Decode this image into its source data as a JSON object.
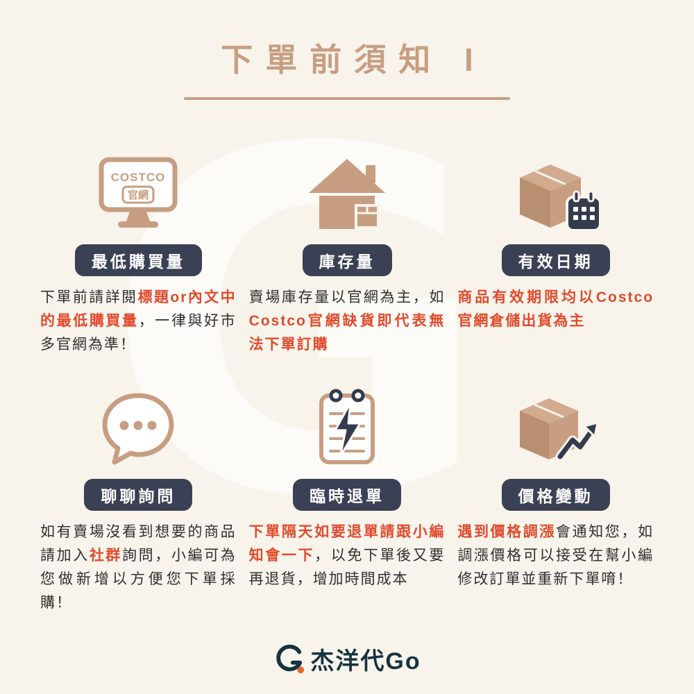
{
  "title": "下單前須知 I",
  "watermark": {
    "letter": "G"
  },
  "colors": {
    "background": "#f8f4ec",
    "tan_accent": "#c79e82",
    "badge_bg": "#3b4154",
    "highlight_red": "#e14a2c",
    "body_text": "#2f2f2f",
    "footer_navy": "#16333f",
    "footer_orange": "#e8672c"
  },
  "sections": [
    {
      "badge": "最低購買量",
      "icon": "costco-monitor-icon",
      "icon_text": {
        "line1": "COSTCO",
        "line2": "官網"
      },
      "parts": [
        {
          "t": "下單前請詳閱",
          "red": false
        },
        {
          "t": "標題or內文中的最低購買量",
          "red": true
        },
        {
          "t": "，一律與好市多官網為準！",
          "red": false
        }
      ]
    },
    {
      "badge": "庫存量",
      "icon": "house-box-icon",
      "parts": [
        {
          "t": "賣場庫存量以官網為主，如",
          "red": false
        },
        {
          "t": "Costco官網缺貨即代表無法下單訂購",
          "red": true
        }
      ]
    },
    {
      "badge": "有效日期",
      "icon": "box-calendar-icon",
      "parts": [
        {
          "t": "商品有效期限均以Costco官網倉儲出貨為主",
          "red": true
        }
      ]
    },
    {
      "badge": "聊聊詢問",
      "icon": "chat-bubble-icon",
      "parts": [
        {
          "t": "如有賣場沒看到想要的商品請加入",
          "red": false
        },
        {
          "t": "社群",
          "red": true
        },
        {
          "t": "詢問，小編可為您做新增以方便您下單採購！",
          "red": false
        }
      ]
    },
    {
      "badge": "臨時退單",
      "icon": "clipboard-lightning-icon",
      "parts": [
        {
          "t": "下單隔天如要退單請跟小編知會一下",
          "red": true
        },
        {
          "t": "，以免下單後又要再退貨，增加時間成本",
          "red": false
        }
      ]
    },
    {
      "badge": "價格變動",
      "icon": "box-trend-icon",
      "parts": [
        {
          "t": "遇到價格調漲",
          "red": true
        },
        {
          "t": "會通知您，如調漲價格可以接受在幫小編修改訂單並重新下單唷！",
          "red": false
        }
      ]
    }
  ],
  "footer": {
    "brand": "杰洋代Go"
  }
}
